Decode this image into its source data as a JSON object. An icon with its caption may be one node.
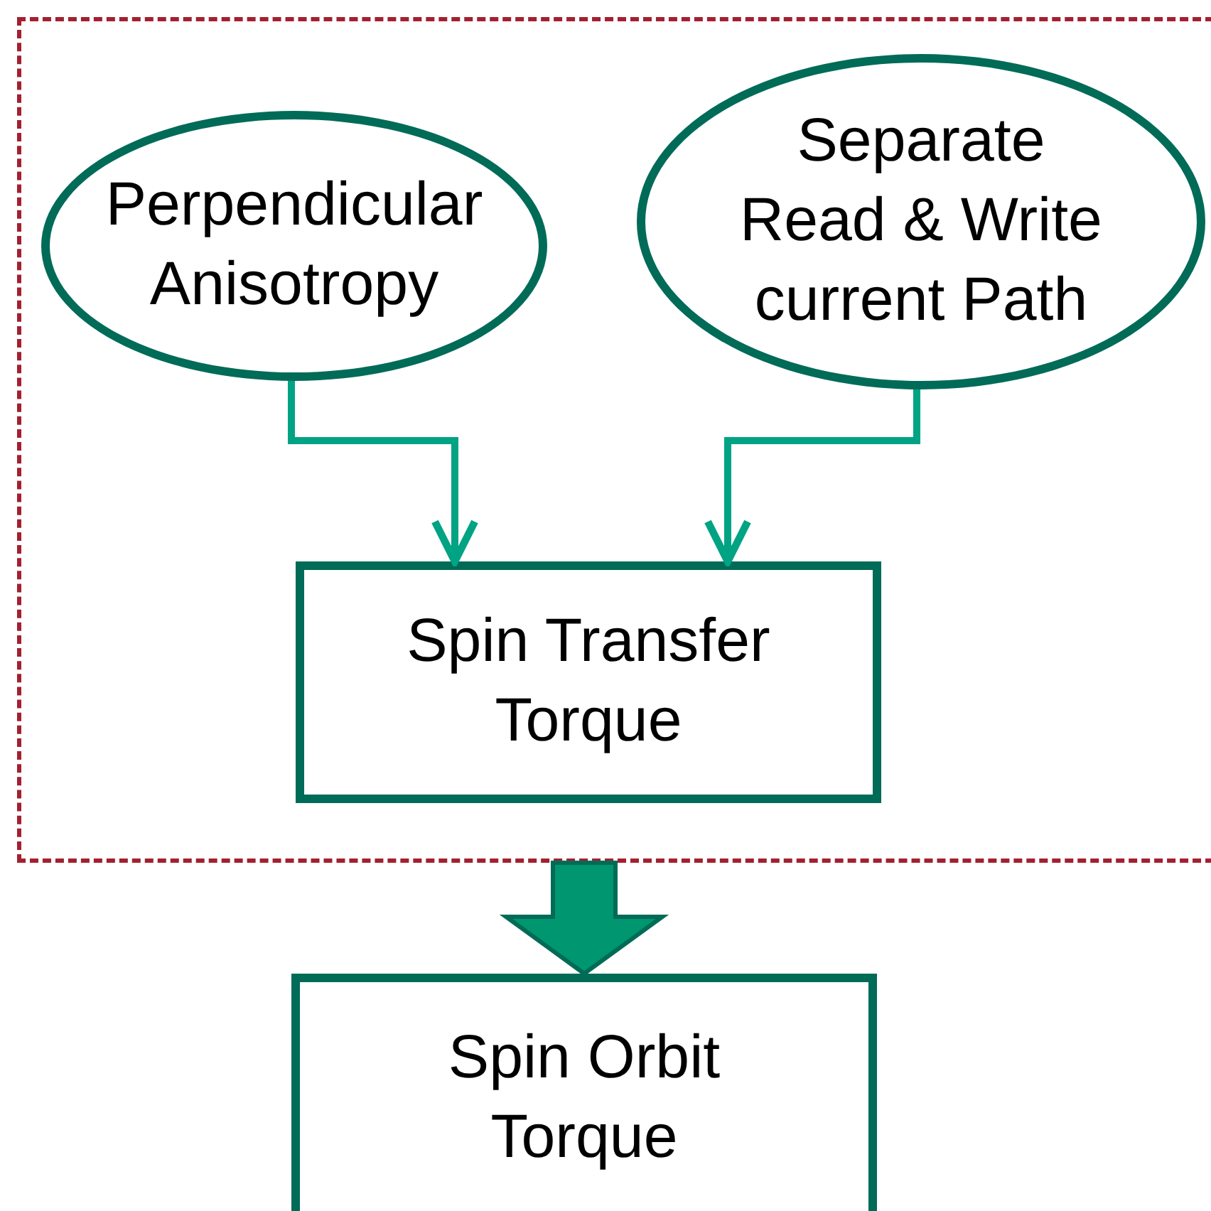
{
  "diagram": {
    "nodes": [
      {
        "text": [],
        "shape": "box"
      },
      {
        "text": [
          "Perpendicular Anisotropy"
        ],
        "in": 0
      },
      {
        "text": [
          "Separate Read & Write current Path"
        ],
        "in": 0
      },
      {
        "text": [
          "Spin Transfer Torque"
        ],
        "in": 0
      },
      {
        "text": [
          "Spin Orbit Torque"
        ]
      }
    ],
    "edges": [
      {
        "from": 1,
        "to": 3,
        "arrow": "to"
      },
      {
        "from": 2,
        "to": 3,
        "arrow": "to"
      },
      {
        "from": 0,
        "to": 4,
        "arrow": "to",
        "style": "thick"
      }
    ]
  }
}
